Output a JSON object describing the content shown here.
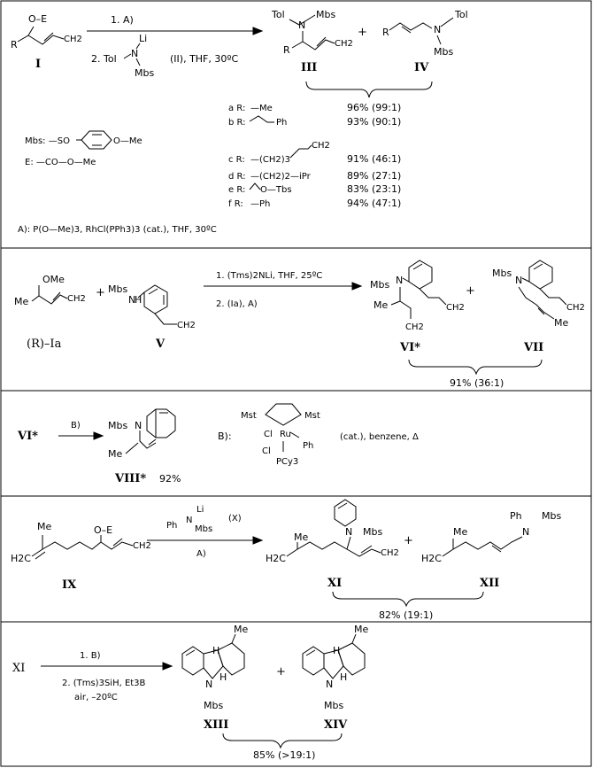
{
  "s1": {
    "cmpdI": "I",
    "cmpdIII": "III",
    "cmpdIV": "IV",
    "OE": "O–E",
    "R": "R",
    "Tol": "Tol",
    "Mbs": "Mbs",
    "N": "N",
    "Li": "Li",
    "step1": "1. A)",
    "step2_pre": "2. Tol",
    "step2_post": "(II), THF, 30ºC",
    "plus": "+",
    "rows": [
      {
        "label": "a R:",
        "sub": "—Me",
        "yield": "96% (99:1)"
      },
      {
        "label": "b R:",
        "sub": "Ph",
        "yield": "93% (90:1)"
      },
      {
        "label": "c R:",
        "sub": "—(CH2)3",
        "yield": "91% (46:1)"
      },
      {
        "label": "d R:",
        "sub": "—(CH2)2—iPr",
        "yield": "89% (27:1)"
      },
      {
        "label": "e R:",
        "sub": "O—Tbs",
        "yield": "83% (23:1)"
      },
      {
        "label": "f R:",
        "sub": "—Ph",
        "yield": "94% (47:1)"
      }
    ],
    "mbs_def_pre": "Mbs: —SO",
    "mbs_def_post": "O—Me",
    "e_def": "E: —CO—O—Me",
    "a_def": "A): P(O—Me)3, RhCl(PPh3)3 (cat.), THF, 30ºC",
    "ch2": "CH2"
  },
  "s2": {
    "cmpdIa": "(R)–Ia",
    "cmpdV": "V",
    "cmpdVI": "VI*",
    "cmpdVII": "VII",
    "OMe": "OMe",
    "Me": "Me",
    "Mbs": "Mbs",
    "N": "N",
    "H": "H",
    "step1": "1. (Tms)2NLi, THF, 25ºC",
    "step2": "2. (Ia), A)",
    "plus": "+",
    "yield": "91% (36:1)",
    "ch2": "CH2"
  },
  "s3": {
    "cmpdVI": "VI*",
    "cmpdVIII": "VIII*",
    "yield": "92%",
    "reagent": "B)",
    "Mbs": "Mbs",
    "N": "N",
    "Me": "Me",
    "b_label": "B):",
    "mst": "Mst",
    "cl": "Cl",
    "ru": "Ru",
    "ph": "Ph",
    "pcy": "PCy3",
    "b_cond": "(cat.), benzene, Δ"
  },
  "s4": {
    "cmpdIX": "IX",
    "cmpdXI": "XI",
    "cmpdXII": "XII",
    "OE": "O–E",
    "Me": "Me",
    "H2C": "H2C",
    "Ph": "Ph",
    "Mbs": "Mbs",
    "N": "N",
    "Li": "Li",
    "reagentX": "(X)",
    "reagentA": "A)",
    "plus": "+",
    "yield": "82% (19:1)",
    "ch2": "CH2"
  },
  "s5": {
    "cmpdXI": "XI",
    "cmpdXIII": "XIII",
    "cmpdXIV": "XIV",
    "step1": "1. B)",
    "step2": "2. (Tms)3SiH, Et3B",
    "step3": "air, –20ºC",
    "plus": "+",
    "H": "H",
    "N": "N",
    "Me": "Me",
    "Mbs": "Mbs",
    "yield": "85% (>19:1)"
  }
}
